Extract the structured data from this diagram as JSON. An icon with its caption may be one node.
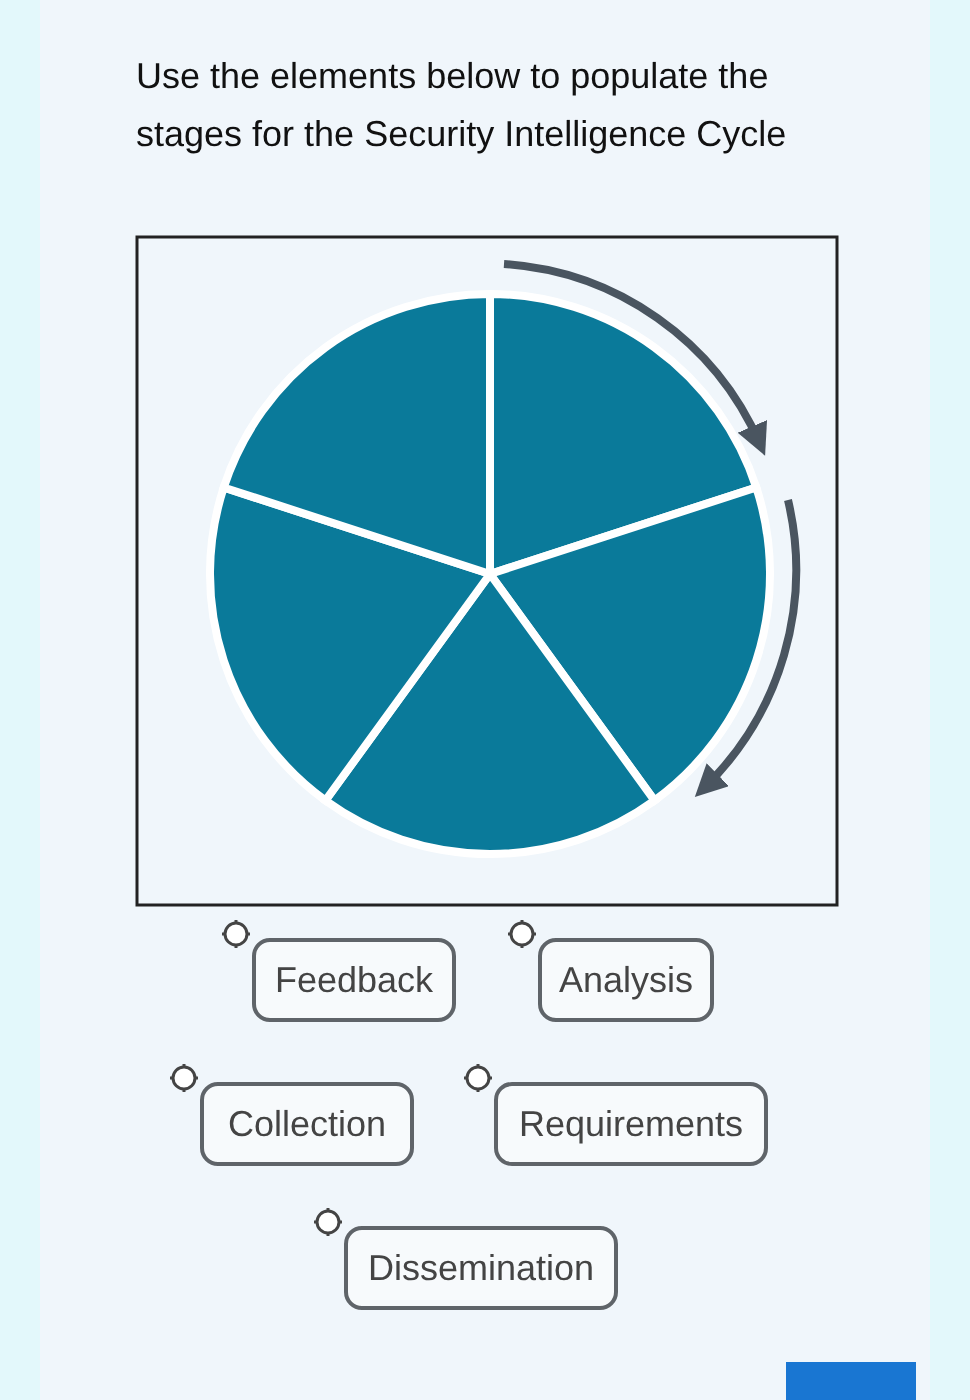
{
  "diagram": {
    "title": "Use the elements below to populate the stages for the Security Intelligence Cycle",
    "nodes": [
      {
        "text": [
          "Feedback"
        ]
      },
      {
        "text": [
          "Analysis"
        ]
      },
      {
        "text": [
          "Collection"
        ]
      },
      {
        "text": [
          "Requirements"
        ]
      },
      {
        "text": [
          "Dissemination"
        ]
      }
    ]
  }
}
